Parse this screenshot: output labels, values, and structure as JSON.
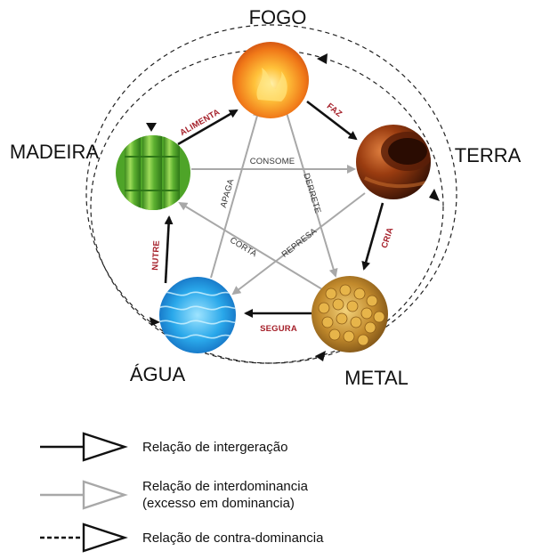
{
  "elements": {
    "fogo": "FOGO",
    "terra": "TERRA",
    "metal": "METAL",
    "agua": "ÁGUA",
    "madeira": "MADEIRA"
  },
  "relations": {
    "alimenta": "ALIMENTA",
    "faz": "FAZ",
    "cria": "CRIA",
    "segura": "SEGURA",
    "nutre": "NUTRE",
    "consome": "CONSOME",
    "derrete": "DERRETE",
    "represa": "REPRESA",
    "corta": "CORTA",
    "apaga": "APAGA"
  },
  "legend": {
    "intergeneration": "Relação de intergeração",
    "interdominance_line1": "Relação de interdominancia",
    "interdominance_line2": "(excesso em dominancia)",
    "counter_dominance": "Relação de contra-dominancia"
  },
  "colors": {
    "generation_arrow": "#111111",
    "dominance_arrow": "#a8a8a8",
    "relation_label_red": "#a5202a",
    "fire": "#f5a020",
    "earth": "#8a3410",
    "metal": "#c8962e",
    "water": "#2c9fe0",
    "wood": "#5cb030"
  }
}
